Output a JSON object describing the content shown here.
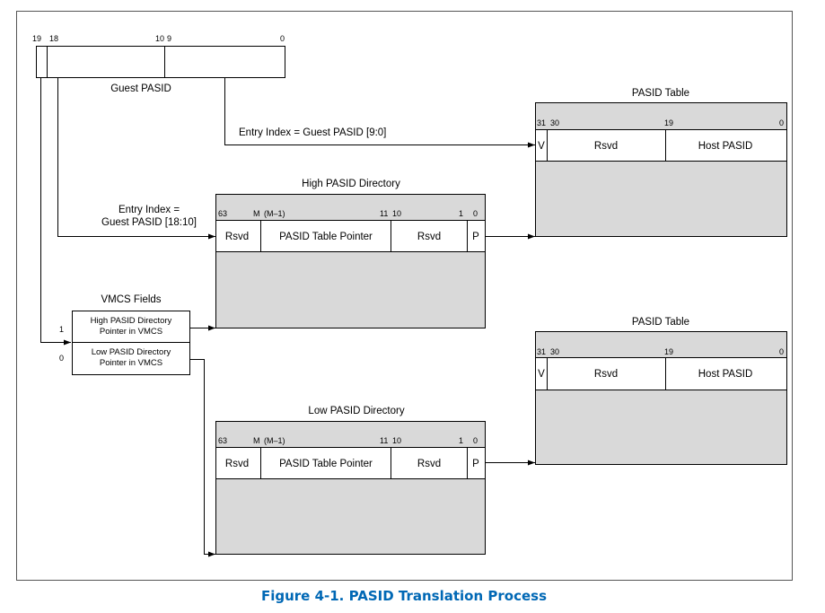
{
  "guest_pasid": {
    "bits": {
      "b19": "19",
      "b18": "18",
      "b10": "10",
      "b9": "9",
      "b0": "0"
    },
    "label": "Guest PASID"
  },
  "entry_index_table": "Entry Index = Guest PASID [9:0]",
  "entry_index_dir": {
    "line1": "Entry Index =",
    "line2": "Guest PASID [18:10]"
  },
  "pasid_table": {
    "title": "PASID Table",
    "bits": {
      "b31": "31",
      "b30": "30",
      "b19": "19",
      "b0": "0"
    },
    "fields": {
      "v": "V",
      "rsvd": "Rsvd",
      "host": "Host PASID"
    }
  },
  "pasid_table_2": {
    "title": "PASID Table",
    "bits": {
      "b31": "31",
      "b30": "30",
      "b19": "19",
      "b0": "0"
    },
    "fields": {
      "v": "V",
      "rsvd": "Rsvd",
      "host": "Host PASID"
    }
  },
  "high_dir": {
    "title": "High PASID Directory",
    "bits": {
      "b63": "63",
      "bm": "M",
      "bm1": "(M–1)",
      "b11": "11",
      "b10": "10",
      "b1": "1",
      "b0": "0"
    },
    "fields": {
      "rsvd1": "Rsvd",
      "pointer": "PASID Table Pointer",
      "rsvd2": "Rsvd",
      "p": "P"
    }
  },
  "low_dir": {
    "title": "Low PASID Directory",
    "bits": {
      "b63": "63",
      "bm": "M",
      "bm1": "(M–1)",
      "b11": "11",
      "b10": "10",
      "b1": "1",
      "b0": "0"
    },
    "fields": {
      "rsvd1": "Rsvd",
      "pointer": "PASID Table Pointer",
      "rsvd2": "Rsvd",
      "p": "P"
    }
  },
  "vmcs": {
    "title": "VMCS Fields",
    "high_line1": "High PASID Directory",
    "high_line2": "Pointer in VMCS",
    "low_line1": "Low PASID Directory",
    "low_line2": "Pointer in VMCS",
    "sel1": "1",
    "sel0": "0"
  },
  "caption": "Figure 4-1.  PASID Translation Process",
  "colors": {
    "box_fill": "#d9d9d9",
    "caption": "#0068b5",
    "line": "#000000"
  }
}
